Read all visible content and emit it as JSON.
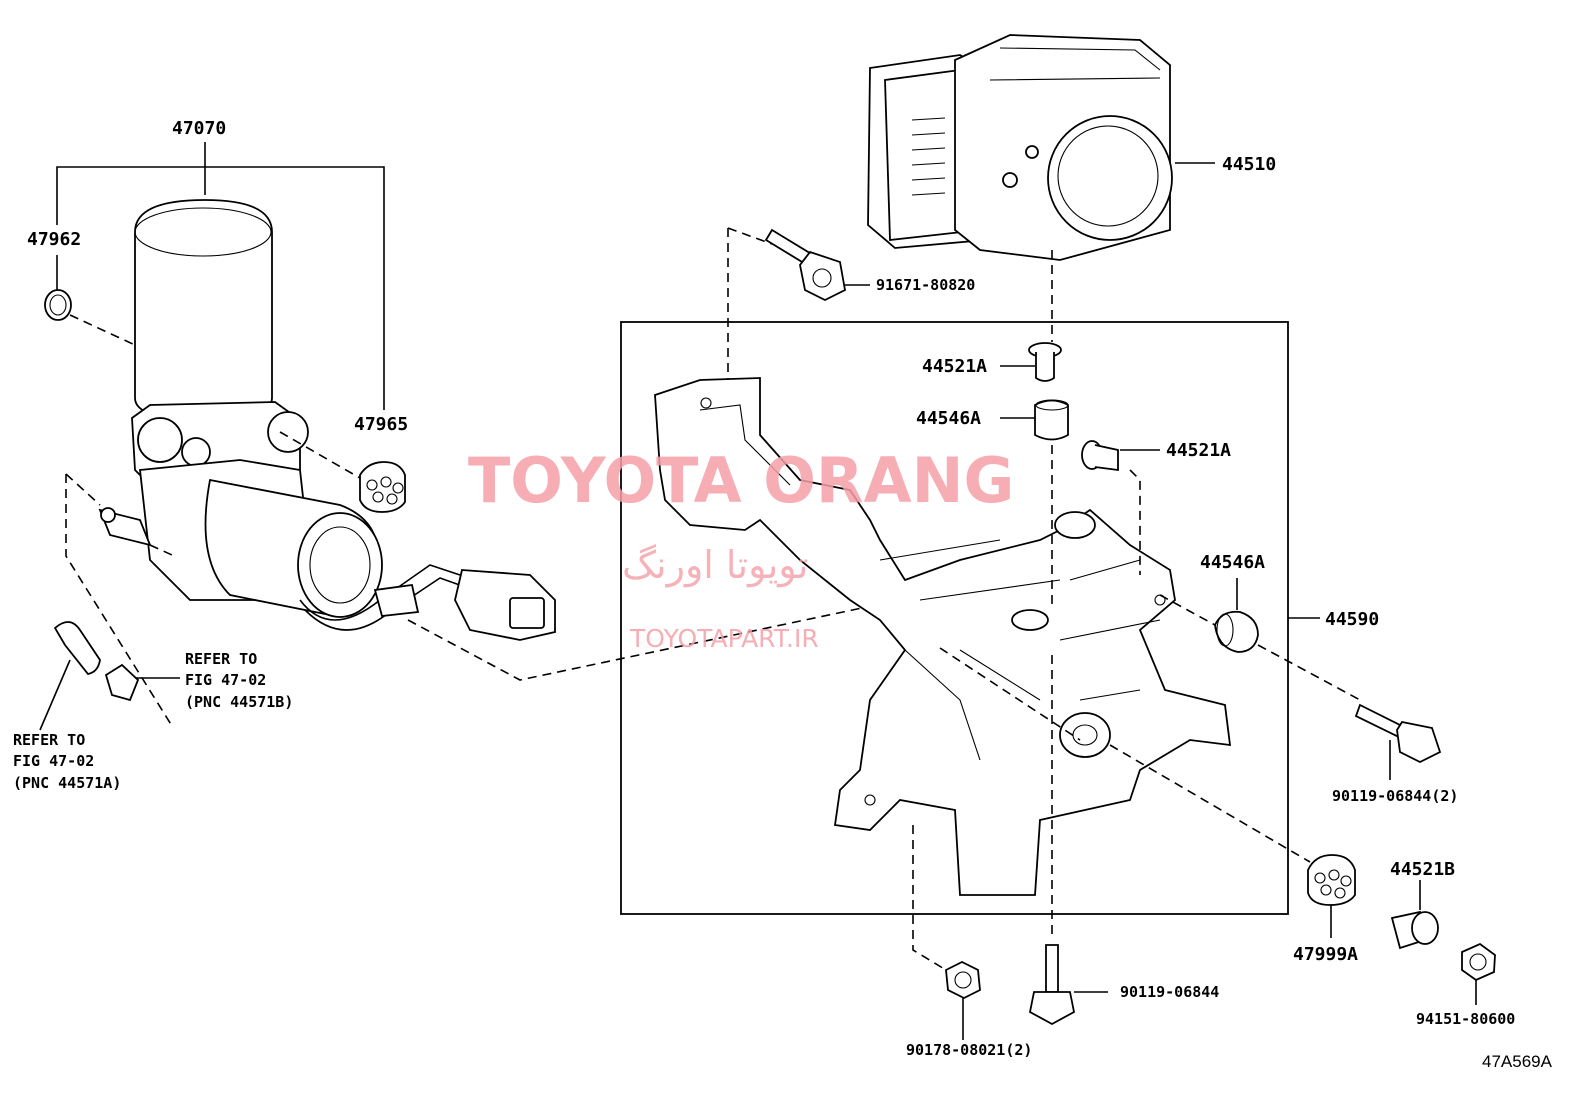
{
  "diagram_code": "47A569A",
  "watermark": {
    "title": "TOYOTA ORANG",
    "subtitle": "تویوتا اورنگ",
    "url": "TOYOTAPART.IR"
  },
  "parts": {
    "p47070": "47070",
    "p47962": "47962",
    "p47965": "47965",
    "p44510": "44510",
    "p91671": "91671-80820",
    "p44521a_top": "44521A",
    "p44546a_top": "44546A",
    "p44521a_right": "44521A",
    "p44546a_right": "44546A",
    "p44590": "44590",
    "p90119_2": "90119-06844(2)",
    "p44521b": "44521B",
    "p47999a": "47999A",
    "p94151": "94151-80600",
    "p90119": "90119-06844",
    "p90178": "90178-08021(2)"
  },
  "references": {
    "ref_b": [
      "REFER TO",
      "FIG 47-02",
      "(PNC 44571B)"
    ],
    "ref_a": [
      "REFER TO",
      "FIG 47-02",
      "(PNC 44571A)"
    ]
  }
}
